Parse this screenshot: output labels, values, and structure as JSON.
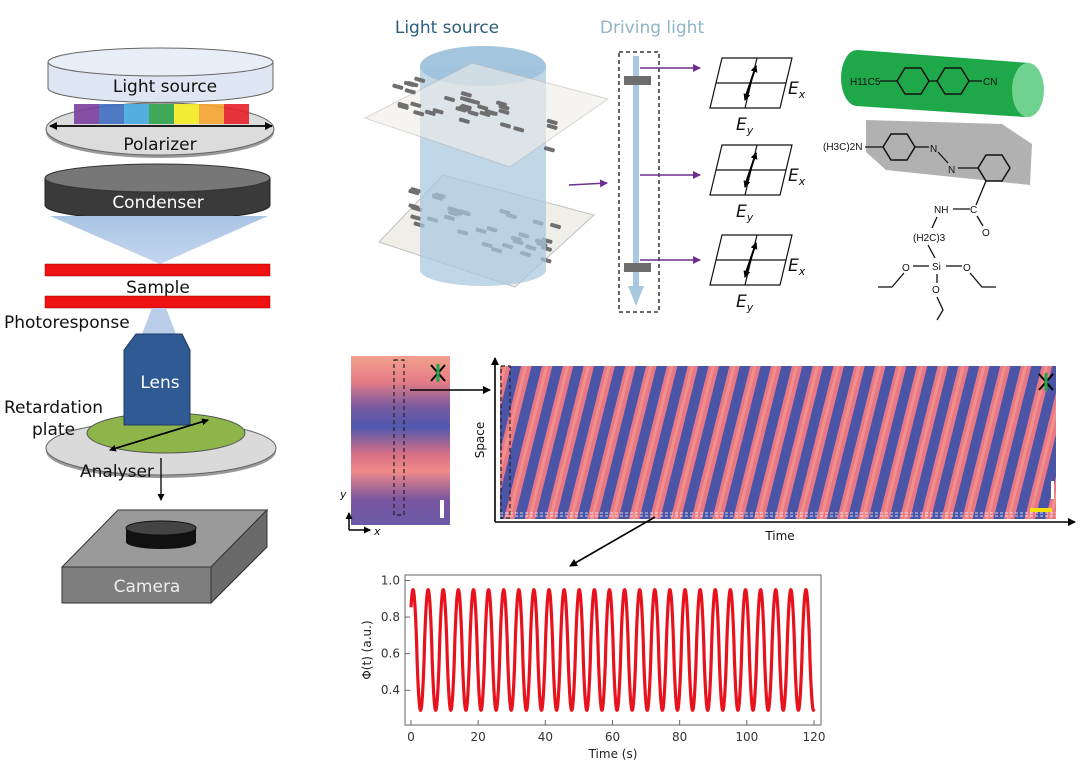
{
  "microscope": {
    "light_source": "Light source",
    "polarizer": "Polarizer",
    "condenser": "Condenser",
    "sample": "Sample",
    "photoresponse": "Photoresponse",
    "lens": "Lens",
    "retardation_plate_line1": "Retardation",
    "retardation_plate_line2": "plate",
    "analyser": "Analyser",
    "camera": "Camera",
    "spectrum_colors": [
      "#7b3fa0",
      "#3f6fc0",
      "#45a8e0",
      "#2fa34a",
      "#f5ee20",
      "#f7a330",
      "#e8202a"
    ]
  },
  "cell_schematic": {
    "light_source": "Light source",
    "driving_light": "Driving light",
    "field_labels": [
      {
        "ex": "E",
        "ex_sub": "x",
        "ey": "E",
        "ey_sub": "y"
      },
      {
        "ex": "E",
        "ex_sub": "x",
        "ey": "E",
        "ey_sub": "y"
      },
      {
        "ex": "E",
        "ex_sub": "x",
        "ey": "E",
        "ey_sub": "y"
      }
    ]
  },
  "molecules": {
    "lc_left_group": "H11C5",
    "lc_right_group": "CN",
    "azo_left_group": "(H3C)2N",
    "azo_n1": "N",
    "azo_n2": "N",
    "amide_nh": "NH",
    "amide_c": "C",
    "amide_o": "O",
    "linker": "(H2C)3",
    "silicon": "Si",
    "oxygens": [
      "O",
      "O",
      "O"
    ]
  },
  "spacetime": {
    "y_axis_label": "Space",
    "x_axis_label": "Time",
    "snapshot_x": "x",
    "snapshot_y": "y",
    "stripe_count": 27,
    "colors": {
      "pink": "#f07a84",
      "blue": "#4a55a8",
      "scale_bar_yellow": "#f5e200"
    }
  },
  "chart_data": {
    "type": "line",
    "title": "",
    "xlabel": "Time (s)",
    "ylabel": "Φ(t) (a.u.)",
    "xlim": [
      0,
      120
    ],
    "ylim": [
      0.21,
      1.03
    ],
    "xticks": [
      0,
      20,
      40,
      60,
      80,
      100,
      120
    ],
    "yticks": [
      0.4,
      0.6,
      0.8,
      1.0
    ],
    "xtick_labels": [
      "0",
      "20",
      "40",
      "60",
      "80",
      "100",
      "120"
    ],
    "ytick_labels": [
      "0.4",
      "0.6",
      "0.8",
      "1.0"
    ],
    "grid": false,
    "series": [
      {
        "name": "Φ(t)",
        "color": "#e8121c",
        "period_s": 4.5,
        "max": 0.95,
        "min": 0.29,
        "start_value": 0.84,
        "t_start": 0,
        "t_end": 120
      }
    ]
  }
}
